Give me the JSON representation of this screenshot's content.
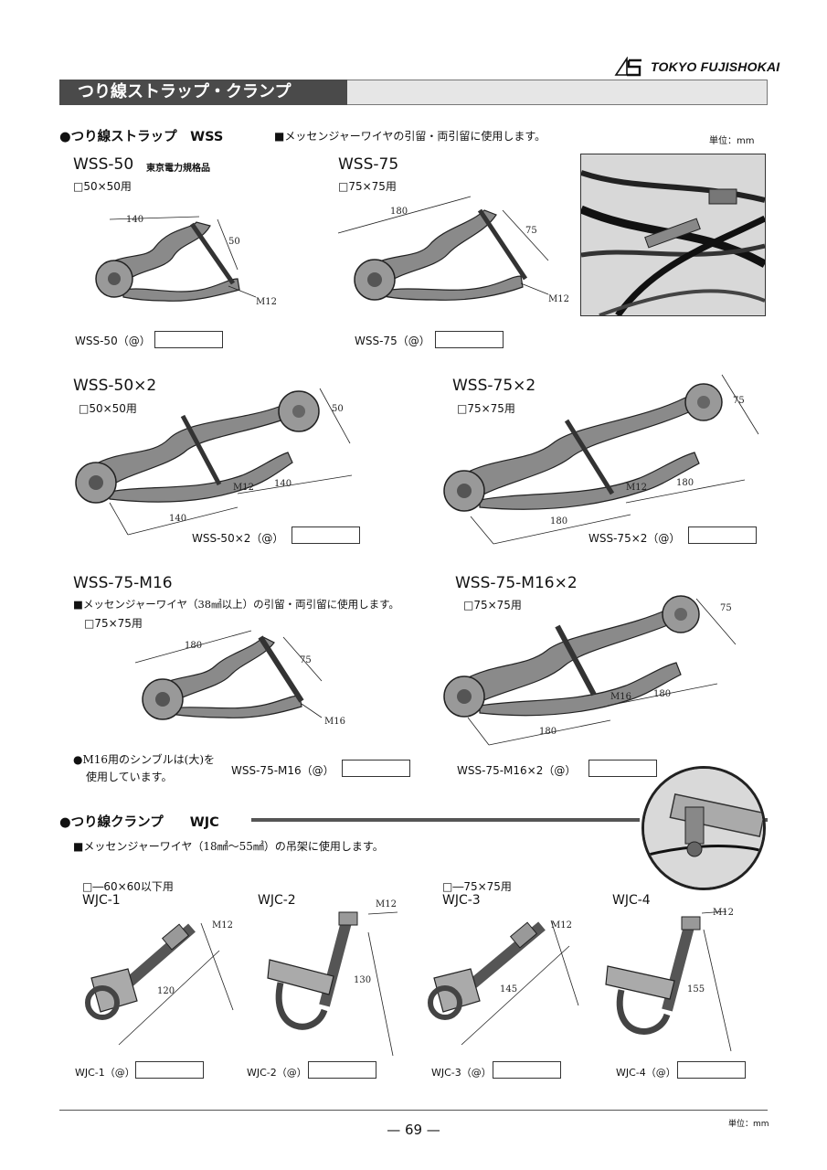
{
  "header": {
    "logo_text": "TOKYO FUJISHOKAI",
    "title": "つり線ストラップ・クランプ"
  },
  "wss": {
    "heading": "●つり線ストラップ　WSS",
    "note": "■メッセンジャーワイヤの引留・両引留に使用します。",
    "unit": "単位：mm",
    "items": [
      {
        "model": "WSS-50",
        "badge": "東京電力規格品",
        "size": "□50×50用",
        "order_label": "WSS-50（@）",
        "dims": [
          "140",
          "50",
          "M12"
        ]
      },
      {
        "model": "WSS-75",
        "size": "□75×75用",
        "order_label": "WSS-75（@）",
        "dims": [
          "180",
          "75",
          "M12"
        ]
      },
      {
        "model": "WSS-50×2",
        "size": "□50×50用",
        "order_label": "WSS-50×2（@）",
        "dims": [
          "50",
          "M12",
          "140",
          "140"
        ]
      },
      {
        "model": "WSS-75×2",
        "size": "□75×75用",
        "order_label": "WSS-75×2（@）",
        "dims": [
          "75",
          "M12",
          "180",
          "180"
        ]
      },
      {
        "model": "WSS-75-M16",
        "note": "■メッセンジャーワイヤ（38㎟以上）の引留・両引留に使用します。",
        "size": "□75×75用",
        "order_label": "WSS-75-M16（@）",
        "dims": [
          "180",
          "75",
          "M16"
        ],
        "footnote_line1": "●M16用のシンブルは(大)を",
        "footnote_line2": "使用しています。"
      },
      {
        "model": "WSS-75-M16×2",
        "size": "□75×75用",
        "order_label": "WSS-75-M16×2（@）",
        "dims": [
          "75",
          "M16",
          "180",
          "180"
        ]
      }
    ]
  },
  "wjc": {
    "heading": "●つり線クランプ　　WJC",
    "note": "■メッセンジャーワイヤ（18㎟～55㎟）の吊架に使用します。",
    "size_group1": "□―60×60以下用",
    "size_group2": "□―75×75用",
    "items": [
      {
        "model": "WJC-1",
        "order_label": "WJC-1（@）",
        "dims": [
          "M12",
          "120"
        ]
      },
      {
        "model": "WJC-2",
        "order_label": "WJC-2（@）",
        "dims": [
          "M12",
          "130"
        ]
      },
      {
        "model": "WJC-3",
        "order_label": "WJC-3（@）",
        "dims": [
          "M12",
          "145"
        ]
      },
      {
        "model": "WJC-4",
        "order_label": "WJC-4（@）",
        "dims": [
          "M12",
          "155"
        ]
      }
    ]
  },
  "footer": {
    "unit": "単位：mm",
    "page_number": "— 69 —"
  }
}
